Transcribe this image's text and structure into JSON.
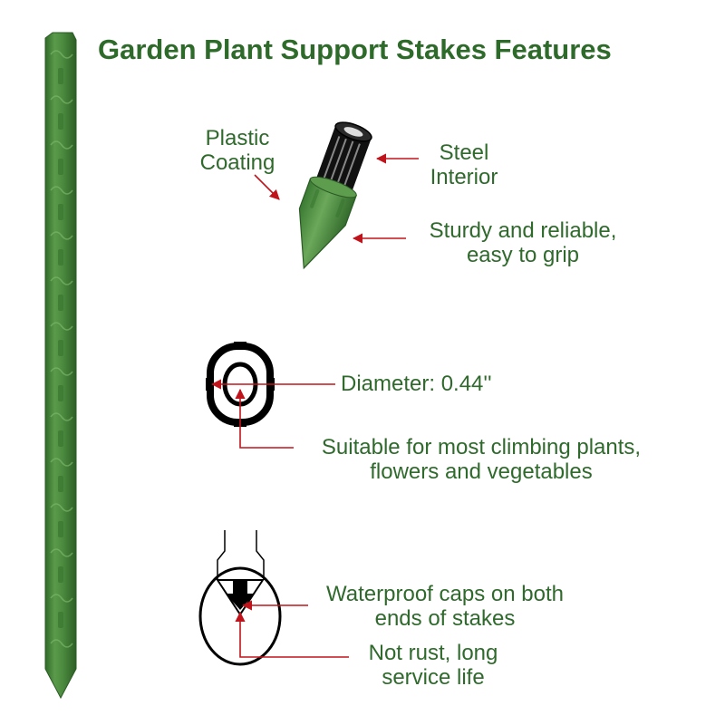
{
  "title": "Garden Plant Support Stakes Features",
  "colors": {
    "stake_green": "#4a8a3e",
    "text_green": "#2f6a2c",
    "arrow_red": "#c0141c",
    "ink": "#000000"
  },
  "features": {
    "plastic_coating": [
      "Plastic",
      "Coating"
    ],
    "steel_interior": [
      "Steel",
      "Interior"
    ],
    "sturdy": [
      "Sturdy and reliable,",
      "easy to grip"
    ],
    "diameter": "Diameter: 0.44''",
    "suitable": [
      "Suitable for most climbing plants,",
      "flowers and vegetables"
    ],
    "waterproof": [
      "Waterproof caps on both",
      "ends of stakes"
    ],
    "no_rust": [
      "Not rust, long",
      "service life"
    ]
  },
  "icons": [
    "green-stake-icon",
    "stake-tip-cutaway-icon",
    "cross-section-icon",
    "waterproof-cap-icon",
    "red-arrow-icon",
    "down-arrow-icon"
  ]
}
